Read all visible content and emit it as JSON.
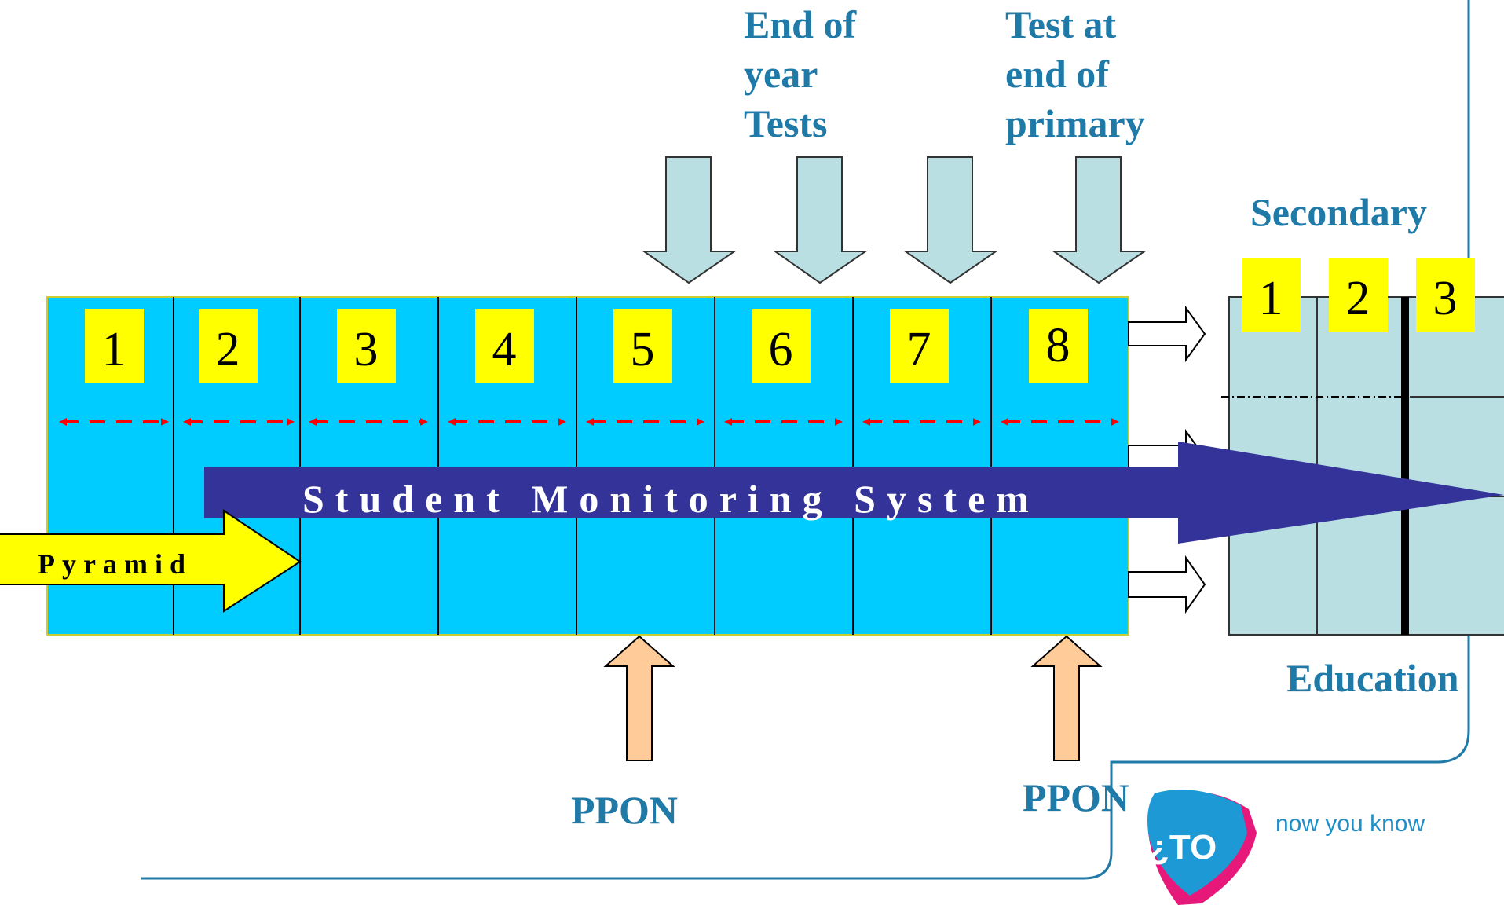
{
  "top_labels": {
    "end_of_year": [
      "End of",
      "year",
      "Tests"
    ],
    "end_of_primary": [
      "Test at",
      "end of",
      "primary"
    ]
  },
  "primary_grades": [
    "1",
    "2",
    "3",
    "4",
    "5",
    "6",
    "7",
    "8"
  ],
  "secondary": {
    "title": "Secondary",
    "grades": [
      "1",
      "2",
      "3"
    ],
    "subtitle": "Education"
  },
  "band_label": "Student Monitoring System",
  "pyramid_label": "Pyramid",
  "ppon_labels": [
    "PPON",
    "PPON"
  ],
  "logo": {
    "text": "¿TO",
    "tagline": "now you know"
  },
  "colors": {
    "primary_block": "#00ccff",
    "secondary_block": "#b9dfe3",
    "grade_box": "#ffff00",
    "band": "#333399",
    "pyramid_arrow": "#ffff00",
    "down_arrows": "#b9dfe3",
    "ppon_arrows": "#ffcc99",
    "dashed_arrows": "#ff0000",
    "label_text": "#1f7aa8",
    "frame_line": "#1f7aa8"
  }
}
